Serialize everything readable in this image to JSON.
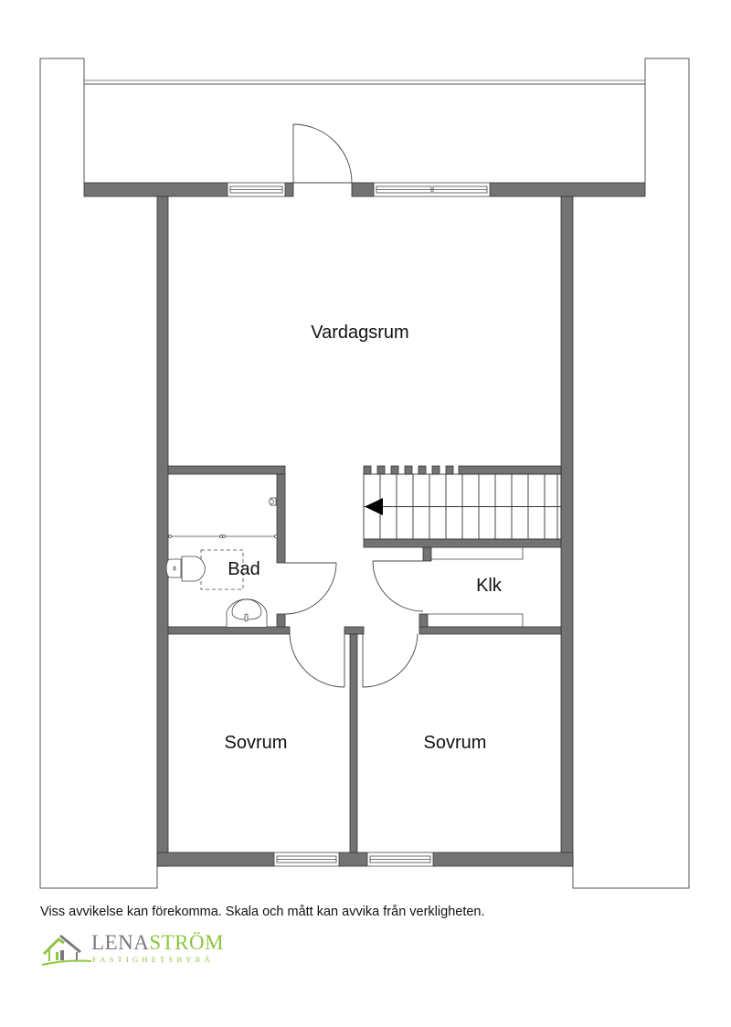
{
  "plan": {
    "rooms": [
      {
        "id": "vardagsrum",
        "label": "Vardagsrum"
      },
      {
        "id": "bad",
        "label": "Bad"
      },
      {
        "id": "klk",
        "label": "Klk"
      },
      {
        "id": "sovrum-1",
        "label": "Sovrum"
      },
      {
        "id": "sovrum-2",
        "label": "Sovrum"
      }
    ],
    "colors": {
      "wall": "#737373",
      "line": "#333333",
      "background": "#ffffff"
    }
  },
  "footer": {
    "disclaimer": "Viss avvikelse kan förekomma. Skala och mått kan avvika från verkligheten."
  },
  "logo": {
    "name_part1": "LENA",
    "name_part2": "STRÖM",
    "subtitle": "FASTIGHETSBYRÅ",
    "colors": {
      "gray": "#7a7a7a",
      "green": "#8dc63f"
    }
  }
}
